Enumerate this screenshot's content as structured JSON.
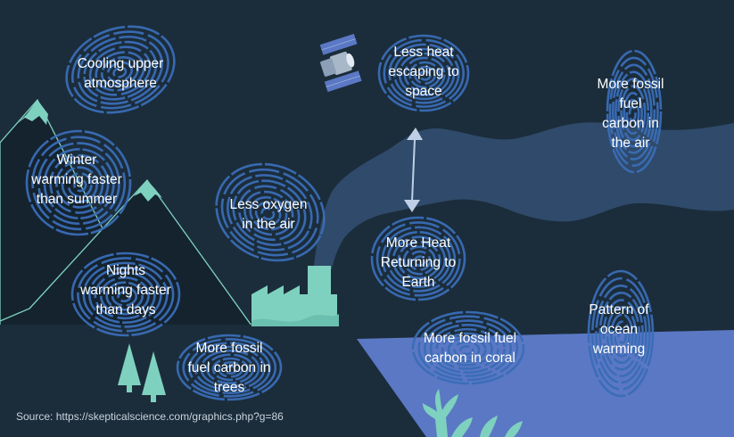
{
  "diagram": {
    "labels": {
      "cooling_upper_atmosphere": [
        "Cooling upper",
        "atmosphere"
      ],
      "less_heat_escaping": [
        "Less heat",
        "escaping to",
        "space"
      ],
      "more_fossil_carbon_air": [
        "More fossil",
        "fuel",
        "carbon in",
        "the air"
      ],
      "winter_warming": [
        "Winter",
        "warming faster",
        "than summer"
      ],
      "less_oxygen": [
        "Less oxygen",
        "in the air"
      ],
      "more_heat_returning": [
        "More Heat",
        "Returning to",
        "Earth"
      ],
      "nights_warming": [
        "Nights",
        "warming faster",
        "than days"
      ],
      "pattern_ocean_warming": [
        "Pattern of",
        "ocean",
        "warming"
      ],
      "more_fossil_carbon_coral": [
        "More fossil fuel",
        "carbon in coral"
      ],
      "more_fossil_carbon_trees": [
        "More fossil",
        "fuel carbon in",
        "trees"
      ]
    },
    "source": "Source: https://skepticalscience.com/graphics.php?g=86"
  },
  "colors": {
    "background": "#1b2d3b",
    "mountain_fill": "#14232e",
    "snow": "#7fd1bf",
    "smoke": "#2f4a6a",
    "ocean": "#5b78c4",
    "factory": "#7fd1bf",
    "fingerprint": "#3a6db6",
    "arrow": "#bfd0e6"
  },
  "icons": [
    "satellite-icon",
    "factory-icon",
    "tree-icon",
    "coral-icon",
    "fingerprint-icon",
    "double-arrow-icon"
  ]
}
